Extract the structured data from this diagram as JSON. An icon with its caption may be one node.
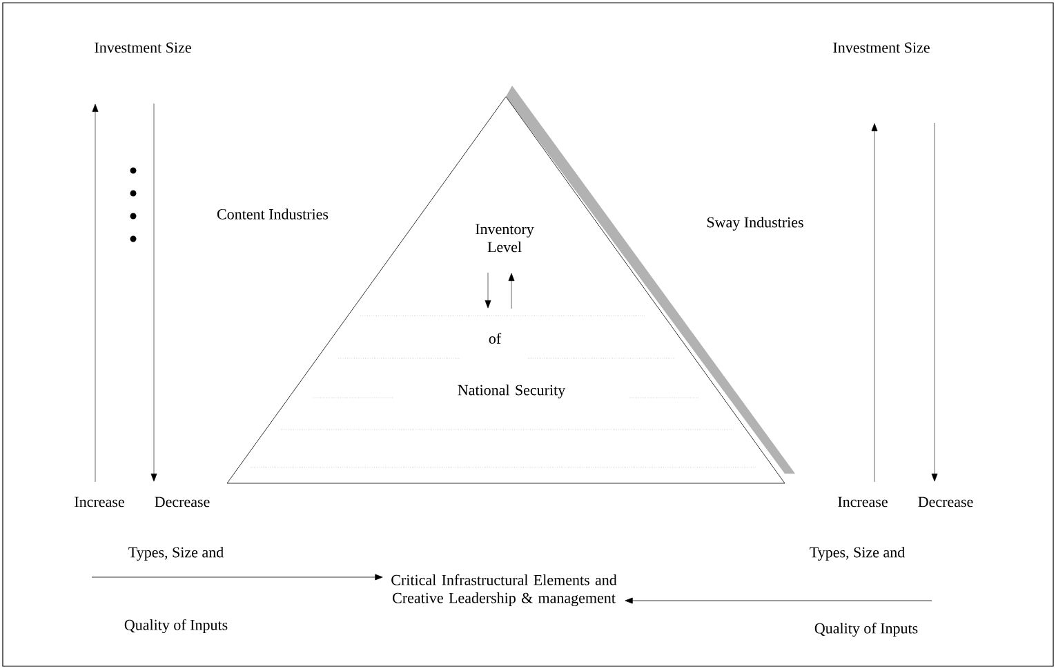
{
  "diagram": {
    "nodes": [
      {
        "text": [
          "Inventory Level",
          "of",
          "National Security"
        ]
      },
      {
        "text": [
          "Critical Infrastructural Elements and Creative Leadership & management"
        ]
      }
    ],
    "edges": [
      {
        "from": null,
        "to": 1,
        "arrow": "to"
      },
      {
        "from": null,
        "to": 1,
        "arrow": "to"
      }
    ],
    "labels": [
      "Investment Size",
      "Investment Size",
      "Content Industries",
      "Sway Industries",
      "Increase",
      "Decrease",
      "Increase",
      "Decrease",
      "Types, Size and",
      "Types, Size and",
      "Quality of Inputs",
      "Quality of Inputs"
    ]
  }
}
